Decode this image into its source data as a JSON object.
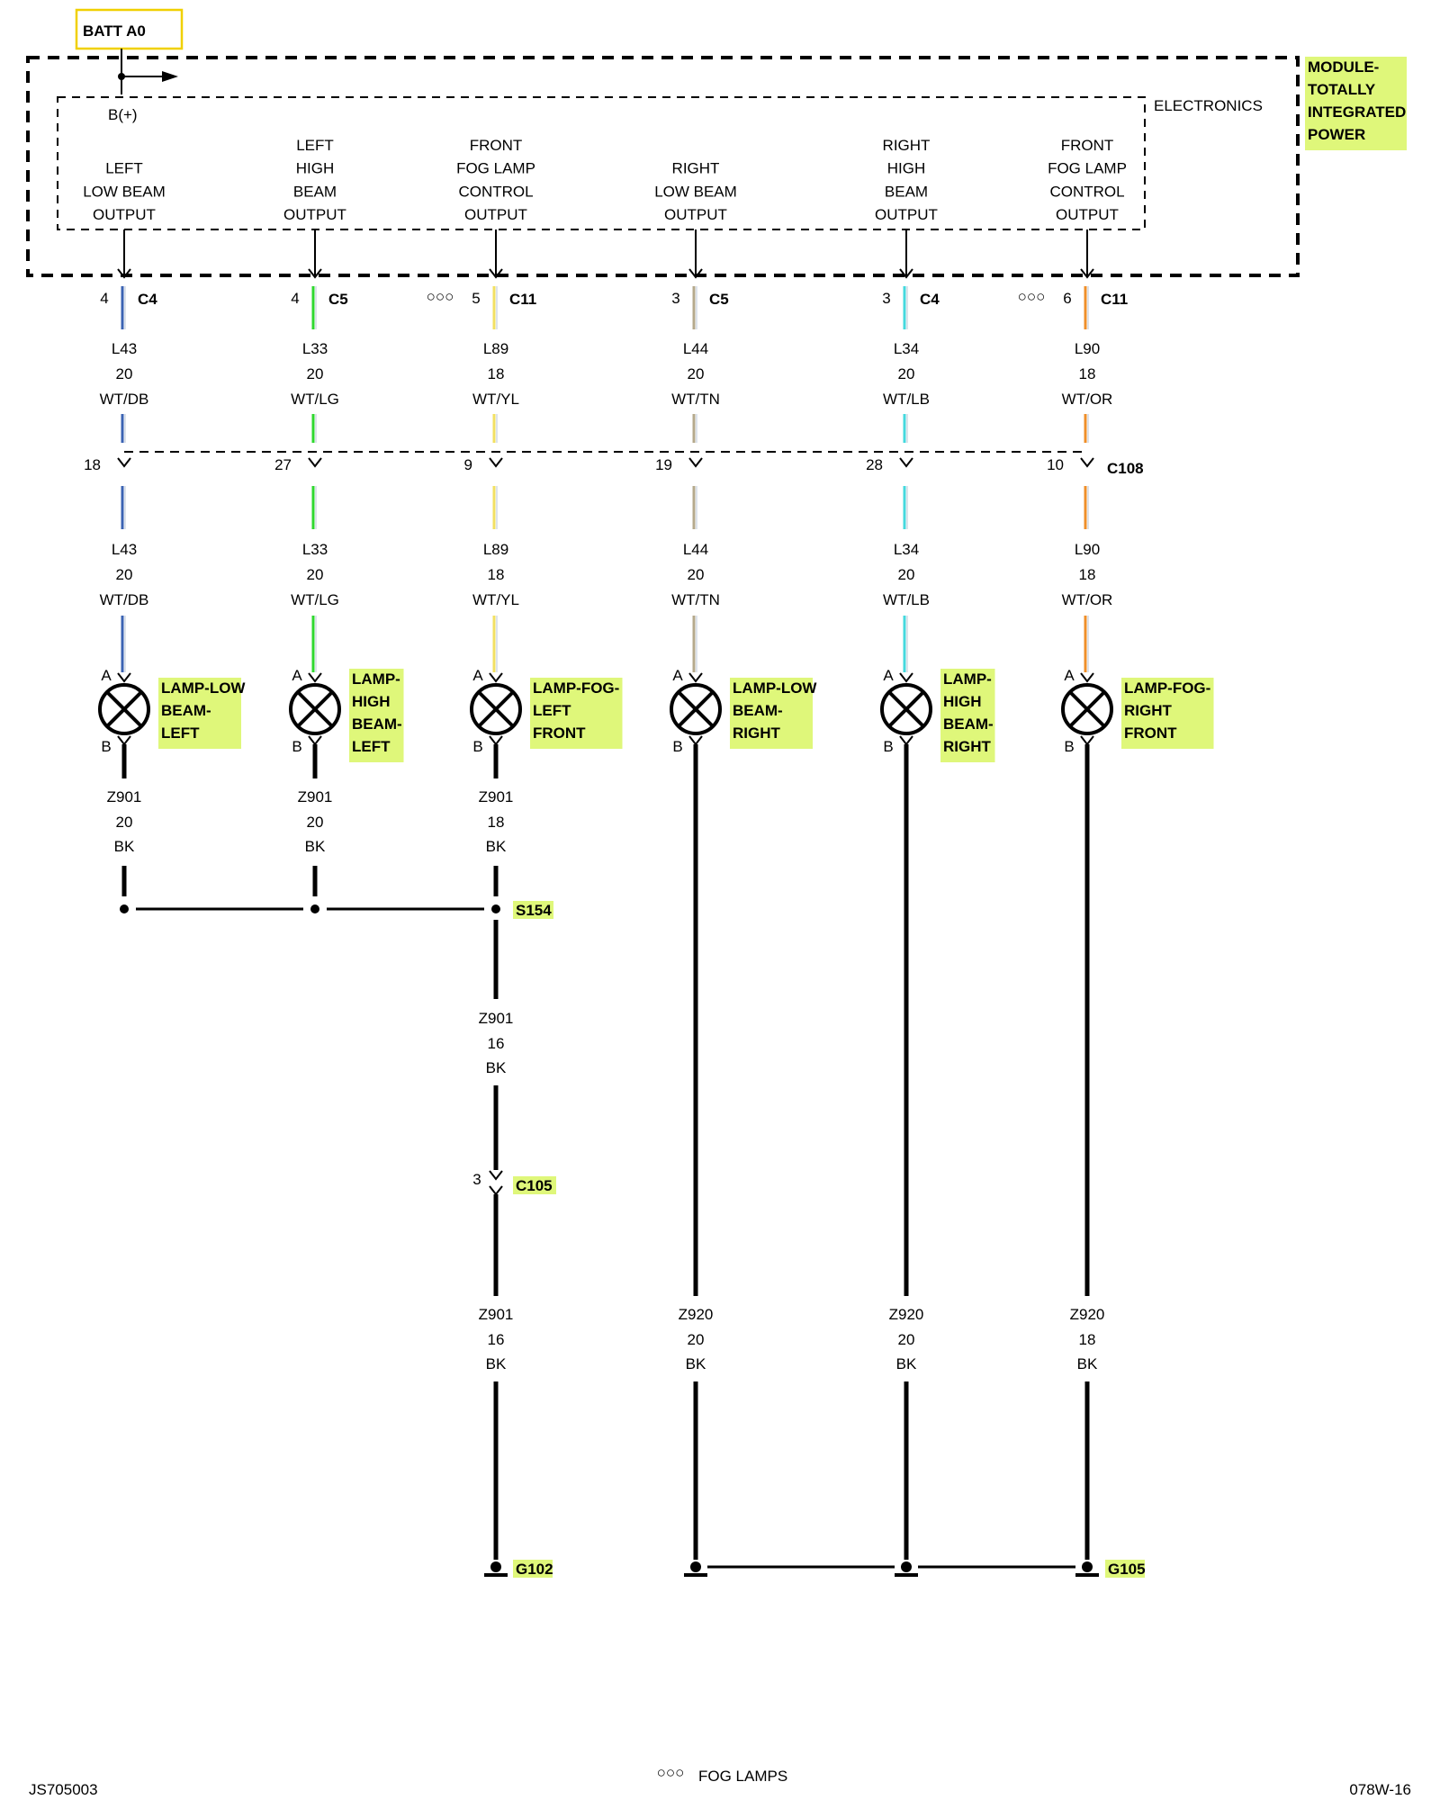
{
  "batt": {
    "label": "BATT A0"
  },
  "bplus": "B(+)",
  "module": {
    "lines": [
      "MODULE-",
      "TOTALLY",
      "INTEGRATED",
      "POWER"
    ],
    "electronics": "ELECTRONICS"
  },
  "outputs": [
    {
      "lines": [
        "LEFT",
        "LOW BEAM",
        "OUTPUT"
      ]
    },
    {
      "lines": [
        "LEFT",
        "HIGH",
        "BEAM",
        "OUTPUT"
      ]
    },
    {
      "lines": [
        "FRONT",
        "FOG LAMP",
        "CONTROL",
        "OUTPUT"
      ]
    },
    {
      "lines": [
        "RIGHT",
        "LOW BEAM",
        "OUTPUT"
      ]
    },
    {
      "lines": [
        "RIGHT",
        "HIGH",
        "BEAM",
        "OUTPUT"
      ]
    },
    {
      "lines": [
        "FRONT",
        "FOG LAMP",
        "CONTROL",
        "OUTPUT"
      ]
    }
  ],
  "module_pins": [
    {
      "pin": "4",
      "conn": "C4",
      "fog": false
    },
    {
      "pin": "4",
      "conn": "C5",
      "fog": false
    },
    {
      "pin": "5",
      "conn": "C11",
      "fog": true
    },
    {
      "pin": "3",
      "conn": "C5",
      "fog": false
    },
    {
      "pin": "3",
      "conn": "C4",
      "fog": false
    },
    {
      "pin": "6",
      "conn": "C11",
      "fog": true
    }
  ],
  "fog_symbol": "○○○",
  "circuits": [
    {
      "id": "L43",
      "gauge": "20",
      "color": "WT/DB",
      "hex": "#3b63b3"
    },
    {
      "id": "L33",
      "gauge": "20",
      "color": "WT/LG",
      "hex": "#2fd82f"
    },
    {
      "id": "L89",
      "gauge": "18",
      "color": "WT/YL",
      "hex": "#f2e062"
    },
    {
      "id": "L44",
      "gauge": "20",
      "color": "WT/TN",
      "hex": "#b5a98c"
    },
    {
      "id": "L34",
      "gauge": "20",
      "color": "WT/LB",
      "hex": "#45d9de"
    },
    {
      "id": "L90",
      "gauge": "18",
      "color": "WT/OR",
      "hex": "#ef8f2a"
    }
  ],
  "c108": {
    "name": "C108",
    "pins": [
      "18",
      "27",
      "9",
      "19",
      "28",
      "10"
    ]
  },
  "lamps": [
    {
      "lines": [
        "LAMP-LOW",
        "BEAM-",
        "LEFT"
      ],
      "pin_a": "A",
      "pin_b": "B"
    },
    {
      "lines": [
        "LAMP-",
        "HIGH",
        "BEAM-",
        "LEFT"
      ],
      "pin_a": "A",
      "pin_b": "B"
    },
    {
      "lines": [
        "LAMP-FOG-",
        "LEFT",
        "FRONT"
      ],
      "pin_a": "A",
      "pin_b": "B"
    },
    {
      "lines": [
        "LAMP-LOW",
        "BEAM-",
        "RIGHT"
      ],
      "pin_a": "A",
      "pin_b": "B"
    },
    {
      "lines": [
        "LAMP-",
        "HIGH",
        "BEAM-",
        "RIGHT"
      ],
      "pin_a": "A",
      "pin_b": "B"
    },
    {
      "lines": [
        "LAMP-FOG-",
        "RIGHT",
        "FRONT"
      ],
      "pin_a": "A",
      "pin_b": "B"
    }
  ],
  "grounds_left": [
    {
      "id": "Z901",
      "gauge": "20",
      "color": "BK"
    },
    {
      "id": "Z901",
      "gauge": "20",
      "color": "BK"
    },
    {
      "id": "Z901",
      "gauge": "18",
      "color": "BK"
    }
  ],
  "splice": "S154",
  "splice_out": {
    "id": "Z901",
    "gauge": "16",
    "color": "BK"
  },
  "c105": {
    "name": "C105",
    "pin": "3"
  },
  "after_c105": {
    "id": "Z901",
    "gauge": "16",
    "color": "BK"
  },
  "grounds_right": [
    {
      "id": "Z920",
      "gauge": "20",
      "color": "BK"
    },
    {
      "id": "Z920",
      "gauge": "20",
      "color": "BK"
    },
    {
      "id": "Z920",
      "gauge": "18",
      "color": "BK"
    }
  ],
  "g102": "G102",
  "g105": "G105",
  "footer": {
    "left": "JS705003",
    "center_symbol": "○○○",
    "center": "FOG LAMPS",
    "right": "078W-16"
  }
}
